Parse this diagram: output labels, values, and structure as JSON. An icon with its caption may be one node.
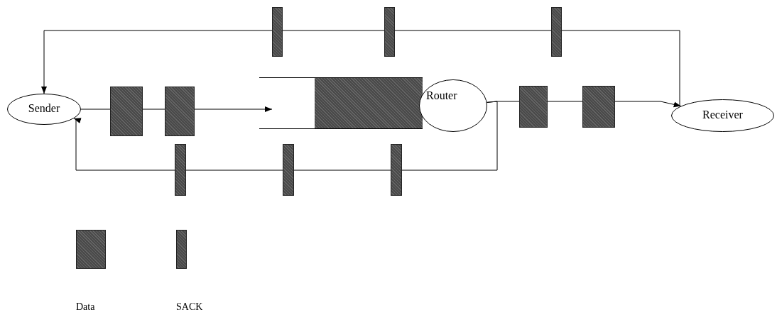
{
  "diagram": {
    "nodes": [
      {
        "text": [
          "Sender"
        ]
      },
      {
        "text": [],
        "shape": "box"
      },
      {
        "text": [
          "Router"
        ]
      },
      {
        "text": [
          "Receiver"
        ]
      }
    ],
    "edges": [
      {
        "from": 0,
        "to": 1,
        "arrow": "to"
      },
      {
        "from": 2,
        "to": 3,
        "arrow": "to"
      },
      {
        "from": 2,
        "to": 0,
        "arrow": "to"
      },
      {
        "from": 3,
        "to": 0,
        "arrow": "to"
      }
    ],
    "legend": [
      {
        "text": "Data"
      },
      {
        "text": "SACK"
      }
    ]
  }
}
